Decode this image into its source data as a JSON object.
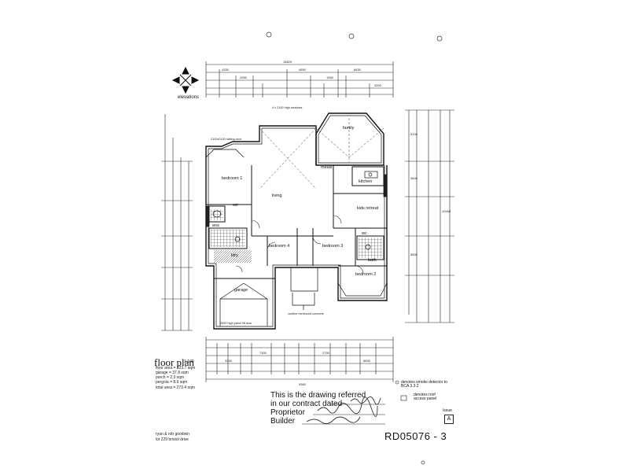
{
  "drawing": {
    "elevations_label": "elevations",
    "title": "floor plan",
    "scale": "1:100",
    "area_lines": [
      "floor area = 223.7 sqm",
      "garage = 37.8 sqm",
      "porch = 2.3 sqm",
      "pergola = 8.9 sqm",
      "total area = 273.4 sqm"
    ],
    "rooms": {
      "family": "family",
      "meals": "meals",
      "kitchen": "kitchen",
      "bedroom1": "bedroom 1",
      "bedroom2": "bedroom 2",
      "bedroom3": "bedroom 3",
      "bedroom4": "bedroom 4",
      "living": "living",
      "kids_retreat": "kids retreat",
      "garage": "garage",
      "ens": "ens",
      "wc": "wc",
      "bath": "bath",
      "ldry": "ldry",
      "wir": "wir"
    },
    "dims_top": [
      "15820",
      "4330",
      "4650",
      "6630",
      "2950",
      "1550",
      "4200"
    ],
    "dims_bottom": [
      "9360",
      "3340",
      "7300",
      "2750",
      "6830"
    ],
    "dims_right": [
      "5100",
      "3600",
      "5800",
      "19160"
    ],
    "notes": {
      "window_top": "4 x 2100 high windows",
      "door_garage": "2500 high panel lift door",
      "door_rear": "2100x2100 sliding door",
      "porch": "confine reinforced concrete",
      "legend_smoke": "denotes smoke detector to BCA 3.3.2",
      "legend_access": "denotes roof access panel"
    },
    "address_lines": [
      "lot 229 bristol drive",
      "ryan & rob goodwin"
    ]
  },
  "contract": {
    "line1": "This is the drawing referred",
    "line2": "in our contract dated",
    "line3": "Proprietor",
    "line4": "Builder"
  },
  "reference": "RD05076 - 3",
  "issue": {
    "label": "Issue",
    "value": "A"
  }
}
